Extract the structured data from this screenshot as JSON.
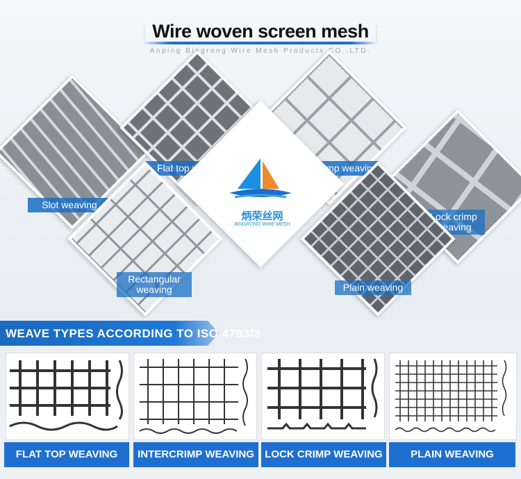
{
  "title": "Wire woven screen mesh",
  "subtitle": "Anping Bingrong Wire Mesh Products CO.,LTD.",
  "logo": {
    "cn": "炳荣丝网",
    "en": "BINGRONG WIRE MESH"
  },
  "diamonds": [
    {
      "label": "Slot weaving"
    },
    {
      "label": "Flat top weaving"
    },
    {
      "label": "Intercrimp weaving"
    },
    {
      "label": "Lock crimp weaving"
    },
    {
      "label": "Rectangular weaving"
    },
    {
      "label": "Plain weaving"
    }
  ],
  "iso_banner": "WEAVE TYPES ACCORDING TO ISO 4783/3",
  "weave_types": [
    {
      "label": "FLAT TOP WEAVING"
    },
    {
      "label": "INTERCRIMP WEAVING"
    },
    {
      "label": "LOCK CRIMP WEAVING"
    },
    {
      "label": "PLAIN WEAVING"
    }
  ],
  "colors": {
    "accent": "#1f6fd0",
    "title": "#111111"
  }
}
